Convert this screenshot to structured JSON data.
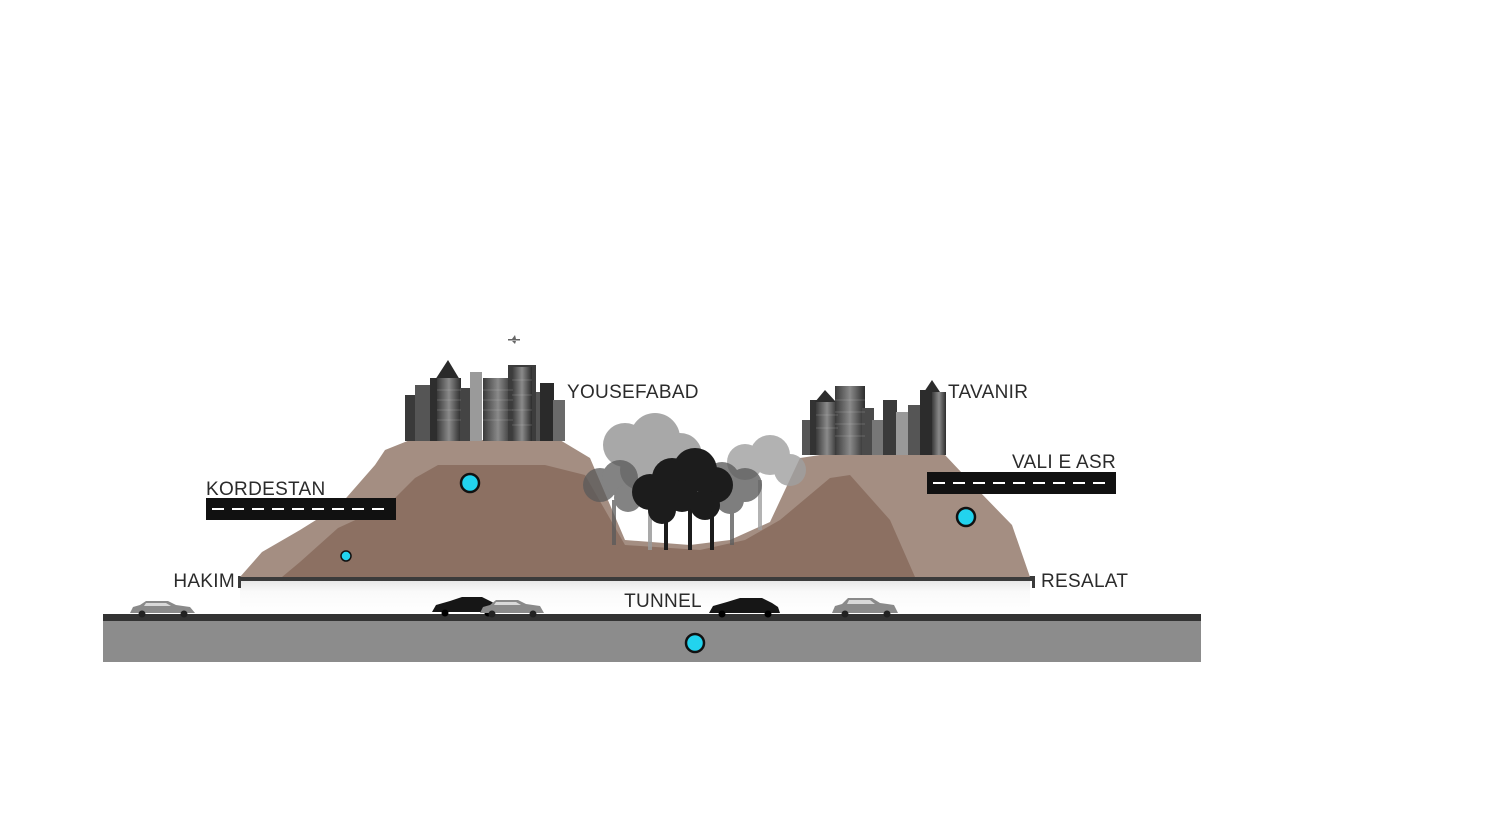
{
  "labels": {
    "yousefabad": "YOUSEFABAD",
    "tavanir": "TAVANIR",
    "kordestan": "KORDESTAN",
    "vali_e_asr": "VALI E ASR",
    "hakim": "HAKIM",
    "resalat": "RESALAT",
    "tunnel": "TUNNEL"
  },
  "colors": {
    "hill_light": "#a48e82",
    "hill_dark": "#8c7062",
    "ground": "#8c8c8c",
    "road_surface": "#333333",
    "marker": "#22d3ee",
    "marker_outline": "#111111"
  },
  "icons": [
    "airplane-icon",
    "skyline-icon",
    "tree-icon",
    "car-icon",
    "road-sign-icon"
  ]
}
